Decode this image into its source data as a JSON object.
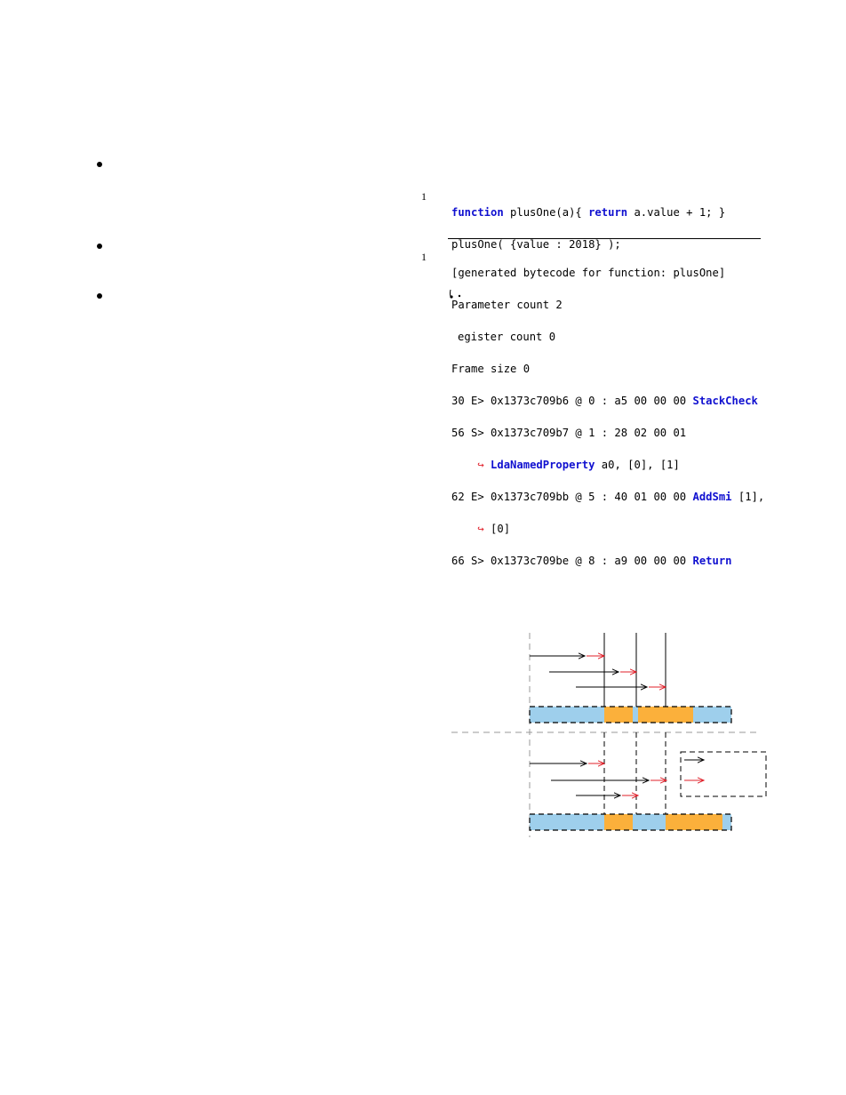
{
  "listing1": {
    "line_number": "1",
    "kw_function": "function",
    "line1_rest": " plusOne(a){ ",
    "kw_return": "return",
    "line1_tail": " a.value + 1; }",
    "line2": "plusOne( {value : 2018} );"
  },
  "listing2": {
    "line_number": "1",
    "header": "[generated bytecode for function: plusOne]",
    "param_count": "Parameter count 2",
    "register_count": "egister count 0",
    "frame_size": "Frame size 0",
    "row1_prefix": "30 E> 0x1373c709b6 @ 0 : a5 00 00 00 ",
    "row1_op": "StackCheck",
    "row2_prefix": "56 S> 0x1373c709b7 @ 1 : 28 02 00 01",
    "row2_cont_op": "LdaNamedProperty",
    "row2_cont_args": " a0, [0], [1]",
    "row3_prefix": "62 E> 0x1373c709bb @ 5 : 40 01 00 00 ",
    "row3_op": "AddSmi",
    "row3_tail": " [1],",
    "row3_cont": "[0]",
    "row4_prefix": "66 S> 0x1373c709be @ 8 : a9 00 00 00 ",
    "row4_op": "Return",
    "wrap_glyph": "↪"
  },
  "colors": {
    "keyword": "#1010d0",
    "wrap_arrow": "#e0202a",
    "bar_blue": "#9ecfec",
    "bar_orange": "#fbb03b"
  }
}
